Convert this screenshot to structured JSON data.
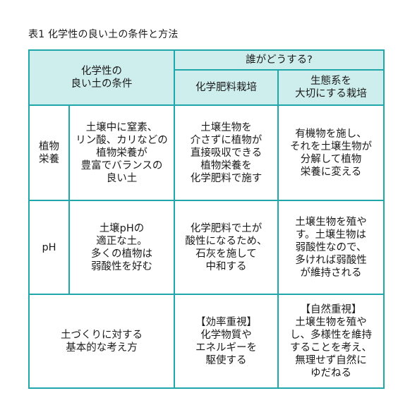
{
  "caption": "表1 化学性の良い土の条件と方法",
  "header": {
    "condition": "化学性の\n良い土の条件",
    "who": "誰がどうする?",
    "fertilizer": "化学肥料栽培",
    "ecosystem": "生態系を\n大切にする栽培"
  },
  "rows": [
    {
      "label": "植物\n栄養",
      "condition": "土壌中に窒素、\nリン酸、カリなどの\n植物栄養が\n豊富でバランスの\n良い土",
      "fertilizer": "土壌生物を\n介さずに植物が\n直接吸収できる\n植物栄養を\n化学肥料で施す",
      "ecosystem": "有機物を施し、\nそれを土壌生物が\n分解して植物\n栄養に変える"
    },
    {
      "label": "pH",
      "condition": "土壌pHの\n適正な土。\n多くの植物は\n弱酸性を好む",
      "fertilizer": "化学肥料で土が\n酸性になるため、\n石灰を施して\n中和する",
      "ecosystem": "土壌生物を殖や\nす。土壌生物は\n弱酸性なので、\n多ければ弱酸性\nが維持される"
    },
    {
      "label": "土づくりに対する\n基本的な考え方",
      "fertilizer": "【効率重視】\n化学物質や\nエネルギーを\n駆使する",
      "ecosystem": "【自然重視】\n土壌生物を殖や\nし、多様性を維持\nすることを考え、\n無理せず自然に\nゆだねる"
    }
  ],
  "colors": {
    "border": "#1fa7aa",
    "header_bg": "#cdeeed"
  }
}
